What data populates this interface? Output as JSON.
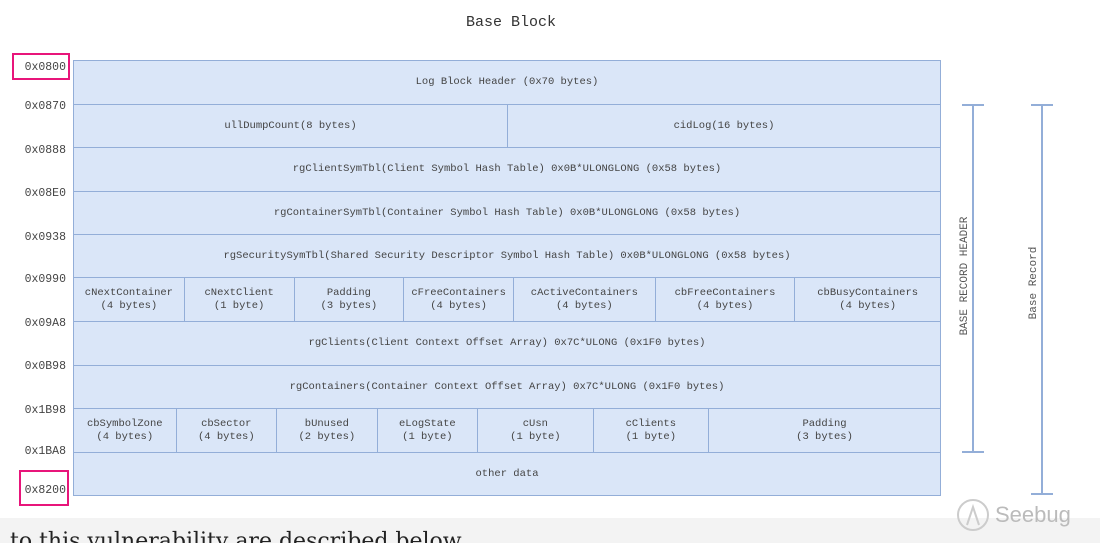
{
  "title": "Base Block",
  "addresses": [
    "0x0800",
    "0x0870",
    "0x0888",
    "0x08E0",
    "0x0938",
    "0x0990",
    "0x09A8",
    "0x0B98",
    "0x1B98",
    "0x1BA8",
    "0x8200"
  ],
  "highlight_color": "#e8157a",
  "rows": [
    {
      "cells": [
        "Log Block Header (0x70 bytes)"
      ]
    },
    {
      "cells": [
        "ullDumpCount(8 bytes)",
        "cidLog(16 bytes)"
      ]
    },
    {
      "cells": [
        "rgClientSymTbl(Client Symbol Hash Table) 0x0B*ULONGLONG (0x58 bytes)"
      ]
    },
    {
      "cells": [
        "rgContainerSymTbl(Container Symbol Hash Table) 0x0B*ULONGLONG (0x58 bytes)"
      ]
    },
    {
      "cells": [
        "rgSecuritySymTbl(Shared Security Descriptor Symbol Hash Table) 0x0B*ULONGLONG (0x58 bytes)"
      ]
    },
    {
      "cells": [
        "cNextContainer\n(4 bytes)",
        "cNextClient\n(1 byte)",
        "Padding\n(3 bytes)",
        "cFreeContainers\n(4 bytes)",
        "cActiveContainers\n(4 bytes)",
        "cbFreeContainers\n(4 bytes)",
        "cbBusyContainers\n(4 bytes)"
      ]
    },
    {
      "cells": [
        "rgClients(Client Context Offset Array) 0x7C*ULONG (0x1F0 bytes)"
      ]
    },
    {
      "cells": [
        "rgContainers(Container Context Offset Array) 0x7C*ULONG (0x1F0 bytes)"
      ]
    },
    {
      "cells": [
        "cbSymbolZone\n(4 bytes)",
        "cbSector\n(4 bytes)",
        "bUnused\n(2 bytes)",
        "eLogState\n(1 byte)",
        "cUsn\n(1 byte)",
        "cClients\n(1 byte)",
        "Padding\n(3 bytes)"
      ]
    },
    {
      "cells": [
        "other data"
      ]
    }
  ],
  "brackets": {
    "header": "BASE RECORD HEADER",
    "record": "Base Record"
  },
  "footer_text": "to this vulnerability are described below.",
  "watermark": "Seebug"
}
